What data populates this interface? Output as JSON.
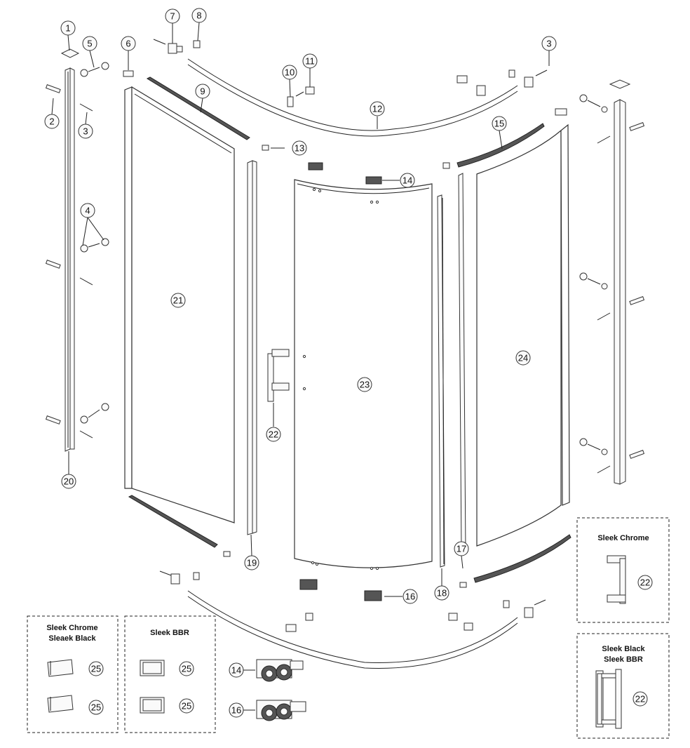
{
  "callouts": {
    "c1": "1",
    "c2": "2",
    "c3a": "3",
    "c3b": "3",
    "c4": "4",
    "c5": "5",
    "c6": "6",
    "c7": "7",
    "c8": "8",
    "c9": "9",
    "c10": "10",
    "c11": "11",
    "c12": "12",
    "c13": "13",
    "c14a": "14",
    "c14b": "14",
    "c15": "15",
    "c16a": "16",
    "c16b": "16",
    "c17": "17",
    "c18": "18",
    "c19": "19",
    "c20": "20",
    "c21": "21",
    "c22a": "22",
    "c22b": "22",
    "c22c": "22",
    "c23": "23",
    "c24": "24",
    "c25a": "25",
    "c25b": "25",
    "c25c": "25",
    "c25d": "25"
  },
  "boxes": {
    "chrome_black": {
      "line1": "Sleek Chrome",
      "line2": "Sleaek Black"
    },
    "bbr": {
      "line1": "Sleek BBR"
    },
    "handle_chrome": {
      "line1": "Sleek Chrome"
    },
    "handle_black_bbr": {
      "line1": "Sleek Black",
      "line2": "Sleek BBR"
    }
  }
}
